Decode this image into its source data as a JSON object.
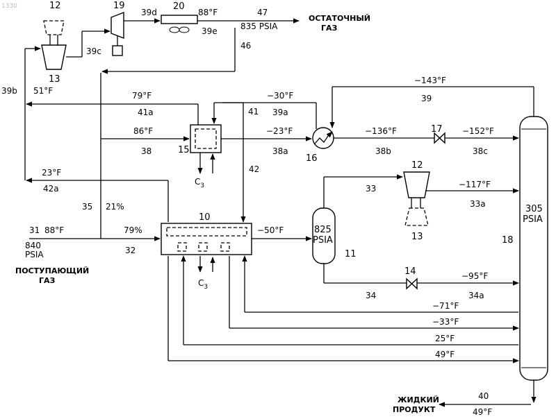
{
  "corner_id": "1330",
  "temps": {
    "t88_feed": "88°F",
    "t88_out": "88°F",
    "t51": "51°F",
    "t79": "79°F",
    "t86": "86°F",
    "t23_42a": "23°F",
    "t_30": "−30°F",
    "t_23": "−23°F",
    "t_143": "−143°F",
    "t_136": "−136°F",
    "t_152": "−152°F",
    "t_117": "−117°F",
    "t_50": "−50°F",
    "t_95": "−95°F",
    "t_71": "−71°F",
    "t_33": "−33°F",
    "t25": "25°F",
    "t49": "49°F",
    "t49_prod": "49°F"
  },
  "streams": {
    "s31": "31",
    "s32": "32",
    "s33": "33",
    "s33a": "33a",
    "s34": "34",
    "s34a": "34a",
    "s35": "35",
    "s38": "38",
    "s38a": "38a",
    "s38b": "38b",
    "s38c": "38c",
    "s39": "39",
    "s39a": "39a",
    "s39b": "39b",
    "s39c": "39c",
    "s39d": "39d",
    "s39e": "39e",
    "s40": "40",
    "s41": "41",
    "s41a": "41a",
    "s42": "42",
    "s42a": "42a",
    "s46": "46",
    "s47": "47"
  },
  "equipment": {
    "e10": "10",
    "e11": "11",
    "e12a": "12",
    "e12b": "12",
    "e13a": "13",
    "e13b": "13",
    "e14": "14",
    "e15": "15",
    "e16": "16",
    "e17": "17",
    "e18": "18",
    "e19": "19",
    "e20": "20"
  },
  "pressures": {
    "p840": "840",
    "p835": "835 PSIA",
    "p825": "825",
    "p305": "305",
    "psia": "PSIA"
  },
  "splits": {
    "pct79": "79%",
    "pct21": "21%"
  },
  "refrigerant": {
    "c3": "C",
    "sub3": "3"
  },
  "captions": {
    "residue_gas_l1": "ОСТАТОЧНЫЙ",
    "residue_gas_l2": "ГАЗ",
    "feed_gas_l1": "ПОСТУПАЮЩИЙ",
    "feed_gas_l2": "ГАЗ",
    "liquid_product_l1": "ЖИДКИЙ",
    "liquid_product_l2": "ПРОДУКТ"
  }
}
